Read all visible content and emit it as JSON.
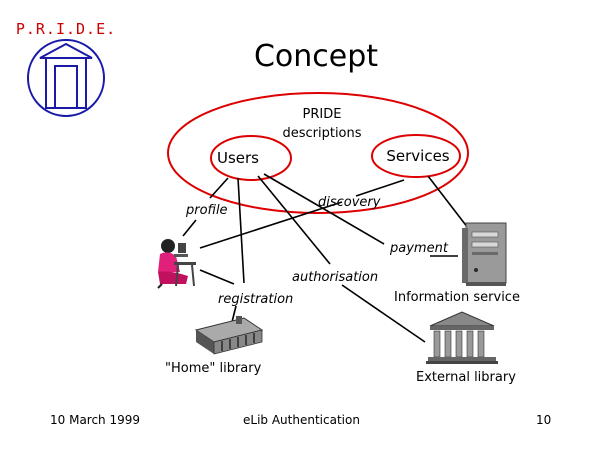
{
  "logo": {
    "text": "P.R.I.D.E.",
    "color": "#cc0000",
    "frame_color": "#1a1aa8"
  },
  "title": "Concept",
  "diagram": {
    "center_label_line1": "PRIDE",
    "center_label_line2": "descriptions",
    "nodes": {
      "users": "Users",
      "services": "Services",
      "information_service": "Information service",
      "home_library": "\"Home\" library",
      "external_library": "External library"
    },
    "edges": {
      "profile": "profile",
      "discovery": "discovery",
      "payment": "payment",
      "authorisation": "authorisation",
      "registration": "registration"
    },
    "ellipse_color": "#dd0000"
  },
  "footer": {
    "date": "10 March 1999",
    "center": "eLib Authentication",
    "page": "10"
  }
}
